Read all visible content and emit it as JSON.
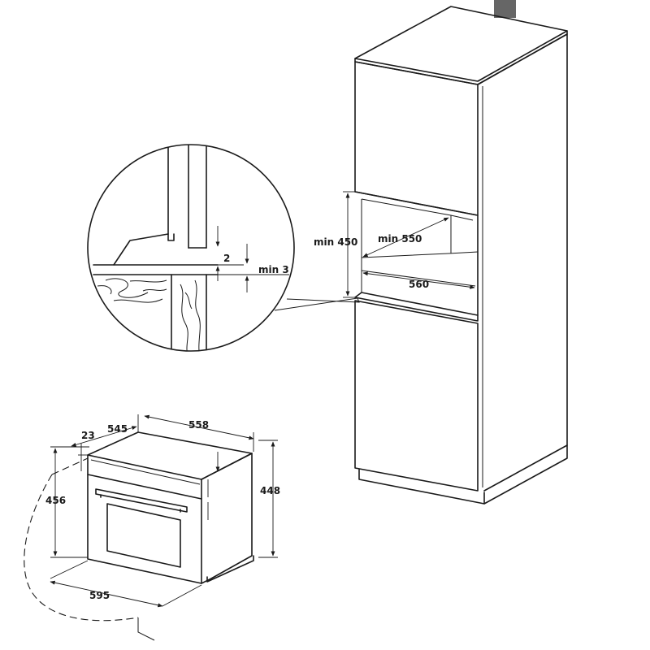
{
  "detail": {
    "gap_label": "2",
    "min_gap_label": "min 3"
  },
  "cabinet": {
    "height_label": "min 450",
    "depth_label": "min 550",
    "width_label": "560"
  },
  "oven": {
    "top_depth_label": "545",
    "top_width_label": "558",
    "panel_thickness_label": "23",
    "height_label": "456",
    "body_height_label": "448",
    "width_label": "595"
  },
  "colors": {
    "line": "#1a1a1a",
    "shadow_block": "#666666",
    "background": "#ffffff"
  }
}
